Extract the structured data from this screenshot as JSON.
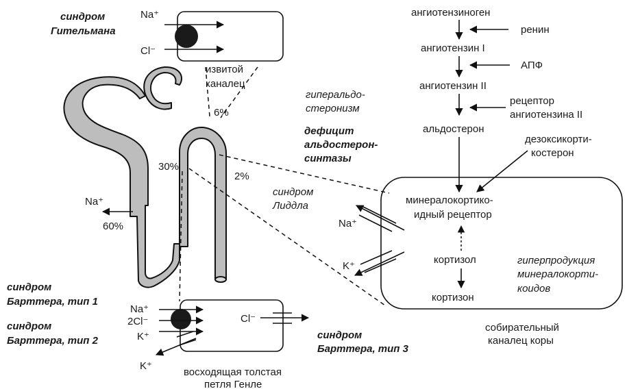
{
  "syndromes": {
    "gitelman": [
      "синдром",
      "Гительмана"
    ],
    "bartter1": [
      "синдром",
      "Барттера, тип 1"
    ],
    "bartter2": [
      "синдром",
      "Барттера, тип 2"
    ],
    "bartter3": [
      "синдром",
      "Барттера, тип 3"
    ],
    "liddle": [
      "синдром",
      "Лиддла"
    ],
    "aldo_deficit": [
      "дефицит",
      "альдостерон-",
      "синтазы"
    ]
  },
  "conditions": {
    "hyperaldo": [
      "гиперальдо-",
      "стеронизм"
    ],
    "hyper_mineralo": [
      "гиперпродукция",
      "минералокорти-",
      "коидов"
    ]
  },
  "segments": {
    "convoluted": [
      "извитой",
      "каналец"
    ],
    "thick_limb": [
      "восходящая толстая",
      "петля Генле"
    ],
    "collecting": [
      "собирательный",
      "каналец коры"
    ]
  },
  "percentages": {
    "proximal": "60%",
    "loop": "30%",
    "distal": "6%",
    "collecting": "2%"
  },
  "ions": {
    "na": "Na⁺",
    "cl": "Cl⁻",
    "k": "K⁺",
    "two_cl": "2Cl⁻"
  },
  "raas": {
    "angiotensinogen": "ангиотензиноген",
    "renin": "ренин",
    "ang1": "ангиотензин I",
    "ace": "АПФ",
    "ang2": "ангиотензин II",
    "receptor": [
      "рецептор",
      "ангиотензина II"
    ],
    "aldosterone": "альдостерон",
    "doc": [
      "дезоксикорти-",
      "костерон"
    ]
  },
  "cell": {
    "mr": [
      "минералокортико-",
      "идный рецептор"
    ],
    "cortisol": "кортизол",
    "cortisone": "кортизон"
  }
}
